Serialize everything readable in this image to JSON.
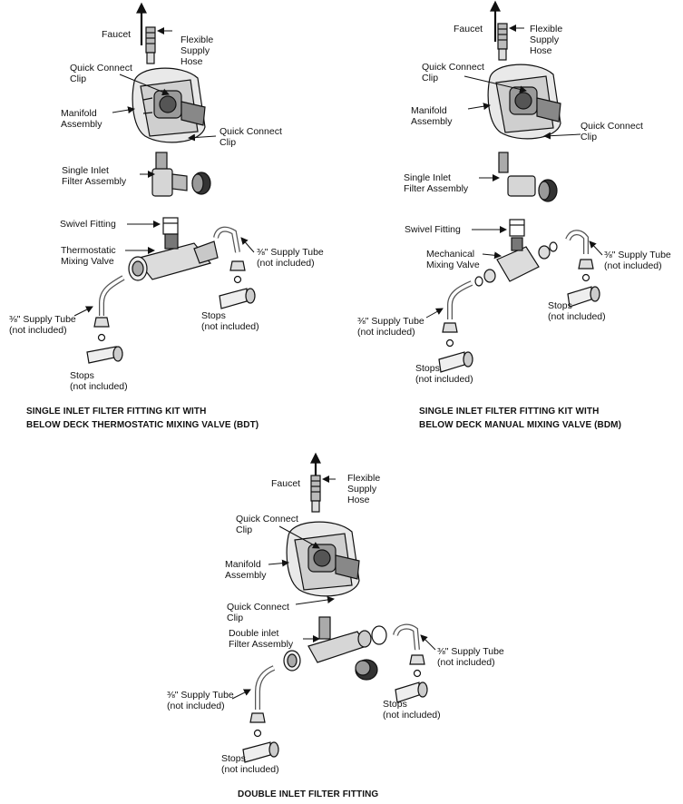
{
  "diagrams": [
    {
      "caption": [
        "SINGLE INLET FILTER FITTING KIT WITH",
        "BELOW DECK THERMOSTATIC MIXING VALVE (BDT)"
      ],
      "labels": {
        "faucet": "Faucet",
        "hose": [
          "Flexible",
          "Supply",
          "Hose"
        ],
        "clip_top": [
          "Quick Connect",
          "Clip"
        ],
        "manifold": [
          "Manifold",
          "Assembly"
        ],
        "clip_side": [
          "Quick Connect",
          "Clip"
        ],
        "filter": [
          "Single Inlet",
          "Filter Assembly"
        ],
        "swivel": "Swivel Fitting",
        "valve": [
          "Thermostatic",
          "Mixing Valve"
        ],
        "tube_right": [
          "⅜\" Supply Tube",
          "(not included)"
        ],
        "stops_right": [
          "Stops",
          "(not included)"
        ],
        "tube_left": [
          "⅜\" Supply Tube",
          "(not included)"
        ],
        "stops_left": [
          "Stops",
          "(not included)"
        ]
      }
    },
    {
      "caption": [
        "SINGLE INLET FILTER FITTING KIT WITH",
        "BELOW DECK MANUAL MIXING VALVE (BDM)"
      ],
      "labels": {
        "faucet": "Faucet",
        "hose": [
          "Flexible",
          "Supply",
          "Hose"
        ],
        "clip_top": [
          "Quick Connect",
          "Clip"
        ],
        "manifold": [
          "Manifold",
          "Assembly"
        ],
        "clip_side": [
          "Quick Connect",
          "Clip"
        ],
        "filter": [
          "Single Inlet",
          "Filter Assembly"
        ],
        "swivel": "Swivel Fitting",
        "valve": [
          "Mechanical",
          "Mixing Valve"
        ],
        "tube_right": [
          "⅜\" Supply Tube",
          "(not included)"
        ],
        "stops_right": [
          "Stops",
          "(not included)"
        ],
        "tube_left": [
          "⅜\" Supply Tube",
          "(not included)"
        ],
        "stops_left": [
          "Stops",
          "(not included)"
        ]
      }
    },
    {
      "caption": [
        "DOUBLE INLET FILTER FITTING"
      ],
      "labels": {
        "faucet": "Faucet",
        "hose": [
          "Flexible",
          "Supply",
          "Hose"
        ],
        "clip_top": [
          "Quick Connect",
          "Clip"
        ],
        "manifold": [
          "Manifold",
          "Assembly"
        ],
        "clip_side": [
          "Quick Connect",
          "Clip"
        ],
        "filter": [
          "Double inlet",
          "Filter Assembly"
        ],
        "tube_right": [
          "⅜\" Supply Tube",
          "(not included)"
        ],
        "tube_left": [
          "⅜\" Supply Tube",
          "(not included)"
        ],
        "stops_right": [
          "Stops",
          "(not included)"
        ],
        "stops_left": [
          "Stops",
          "(not included)"
        ]
      }
    }
  ]
}
